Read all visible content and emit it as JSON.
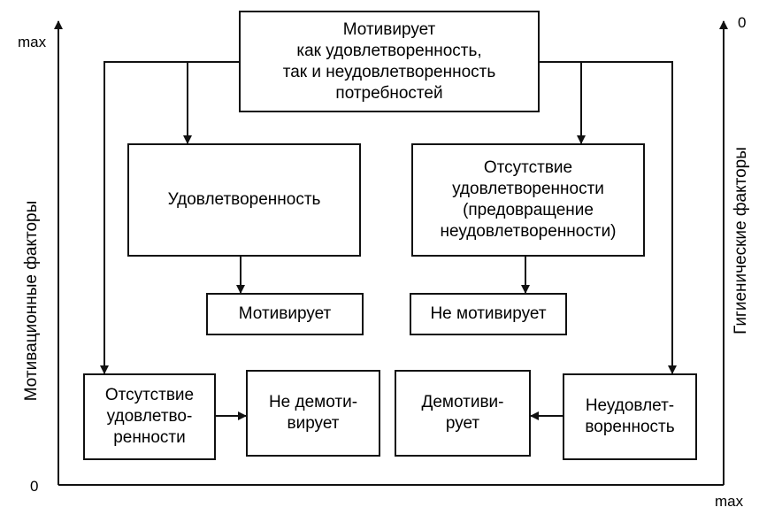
{
  "axes": {
    "left_top_label": "max",
    "left_bottom_label": "0",
    "bottom_right_label": "max",
    "right_top_label": "0",
    "left_axis_title": "Мотивационные факторы",
    "right_axis_title": "Гигиенические факторы"
  },
  "boxes": {
    "top": "Мотивирует\nкак удовлетворенность,\nтак и неудовлетворенность\nпотребностей",
    "satisfaction": "Удовлетворенность",
    "absence_of_satisfaction": "Отсутствие\nудовлетворенности\n(предовращение\nнеудовлетворенности)",
    "motivates": "Мотивирует",
    "does_not_motivate": "Не мотивирует",
    "absence_bottom": "Отсутствие\nудовлетво-\nренности",
    "not_demotivates": "Не демоти-\nвирует",
    "demotivates": "Демотиви-\nрует",
    "dissatisfaction": "Неудовлет-\nворенность"
  }
}
